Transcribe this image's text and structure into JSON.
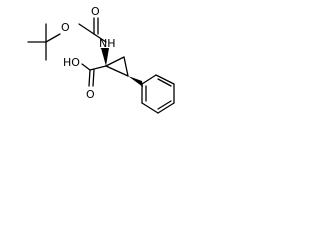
{
  "atoms": {
    "o_ester": "O",
    "o_carbamate_carbonyl": "O",
    "nh": "NH",
    "ho": "HO",
    "o_acid_carbonyl": "O"
  },
  "colors": {
    "ink": "#000000",
    "background": "#ffffff"
  }
}
